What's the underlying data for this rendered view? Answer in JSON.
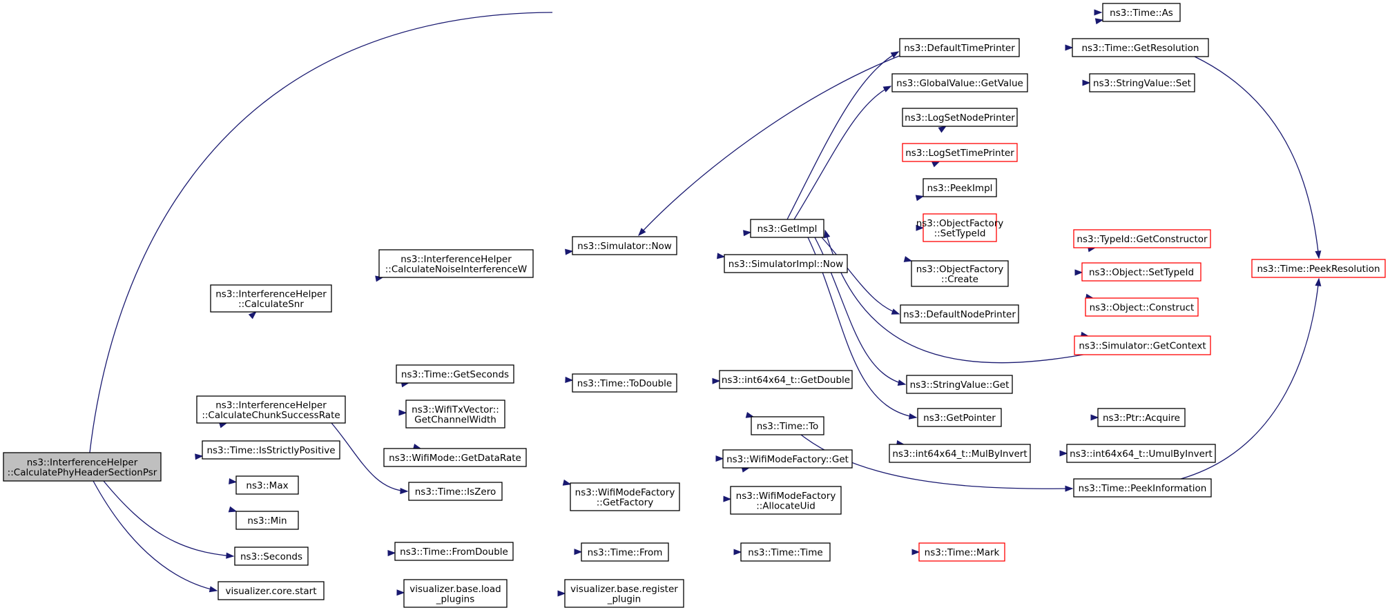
{
  "colors": {
    "edge": "#191970",
    "node_border": "#000000",
    "truncated_border": "#ff0000",
    "root_fill": "#bfbfbf",
    "node_fill": "#ffffff"
  },
  "nodes": [
    {
      "id": "root",
      "lines": [
        "ns3::InterferenceHelper",
        "::CalculatePhyHeaderSectionPsr"
      ],
      "style": "root"
    },
    {
      "id": "calcSnr",
      "lines": [
        "ns3::InterferenceHelper",
        "::CalculateSnr"
      ]
    },
    {
      "id": "calcNoise",
      "lines": [
        "ns3::InterferenceHelper",
        "::CalculateNoiseInterferenceW"
      ]
    },
    {
      "id": "simNow",
      "lines": [
        "ns3::Simulator::Now"
      ]
    },
    {
      "id": "getImpl",
      "lines": [
        "ns3::GetImpl"
      ]
    },
    {
      "id": "simImplNow",
      "lines": [
        "ns3::SimulatorImpl::Now"
      ]
    },
    {
      "id": "timeAs",
      "lines": [
        "ns3::Time::As"
      ]
    },
    {
      "id": "defTimePrinter",
      "lines": [
        "ns3::DefaultTimePrinter"
      ]
    },
    {
      "id": "getRes",
      "lines": [
        "ns3::Time::GetResolution"
      ]
    },
    {
      "id": "peekRes",
      "lines": [
        "ns3::Time::PeekResolution"
      ],
      "style": "truncated"
    },
    {
      "id": "gvGetValue",
      "lines": [
        "ns3::GlobalValue::GetValue"
      ]
    },
    {
      "id": "svSet",
      "lines": [
        "ns3::StringValue::Set"
      ]
    },
    {
      "id": "logNode",
      "lines": [
        "ns3::LogSetNodePrinter"
      ]
    },
    {
      "id": "logTime",
      "lines": [
        "ns3::LogSetTimePrinter"
      ],
      "style": "truncated"
    },
    {
      "id": "peekImpl",
      "lines": [
        "ns3::PeekImpl"
      ]
    },
    {
      "id": "ofSetTypeId",
      "lines": [
        "ns3::ObjectFactory",
        "::SetTypeId"
      ],
      "style": "truncated"
    },
    {
      "id": "ofCreate",
      "lines": [
        "ns3::ObjectFactory",
        "::Create"
      ]
    },
    {
      "id": "tidGetCons",
      "lines": [
        "ns3::TypeId::GetConstructor"
      ],
      "style": "truncated"
    },
    {
      "id": "objSetTypeId",
      "lines": [
        "ns3::Object::SetTypeId"
      ],
      "style": "truncated"
    },
    {
      "id": "objConstruct",
      "lines": [
        "ns3::Object::Construct"
      ],
      "style": "truncated"
    },
    {
      "id": "defNodePrinter",
      "lines": [
        "ns3::DefaultNodePrinter"
      ]
    },
    {
      "id": "simGetCtx",
      "lines": [
        "ns3::Simulator::GetContext"
      ],
      "style": "truncated"
    },
    {
      "id": "svGet",
      "lines": [
        "ns3::StringValue::Get"
      ]
    },
    {
      "id": "getPointer",
      "lines": [
        "ns3::GetPointer"
      ]
    },
    {
      "id": "ptrAcquire",
      "lines": [
        "ns3::Ptr::Acquire"
      ]
    },
    {
      "id": "calcChunk",
      "lines": [
        "ns3::InterferenceHelper",
        "::CalculateChunkSuccessRate"
      ]
    },
    {
      "id": "getSeconds",
      "lines": [
        "ns3::Time::GetSeconds"
      ]
    },
    {
      "id": "toDouble",
      "lines": [
        "ns3::Time::ToDouble"
      ]
    },
    {
      "id": "i64GetDouble",
      "lines": [
        "ns3::int64x64_t::GetDouble"
      ]
    },
    {
      "id": "timeTo",
      "lines": [
        "ns3::Time::To"
      ]
    },
    {
      "id": "mulByInvert",
      "lines": [
        "ns3::int64x64_t::MulByInvert"
      ]
    },
    {
      "id": "umulByInvert",
      "lines": [
        "ns3::int64x64_t::UmulByInvert"
      ]
    },
    {
      "id": "peekInfo",
      "lines": [
        "ns3::Time::PeekInformation"
      ]
    },
    {
      "id": "chanWidth",
      "lines": [
        "ns3::WifiTxVector::",
        "GetChannelWidth"
      ]
    },
    {
      "id": "getDataRate",
      "lines": [
        "ns3::WifiMode::GetDataRate"
      ]
    },
    {
      "id": "wmfGet",
      "lines": [
        "ns3::WifiModeFactory::Get"
      ]
    },
    {
      "id": "wmfGetFactory",
      "lines": [
        "ns3::WifiModeFactory",
        "::GetFactory"
      ]
    },
    {
      "id": "wmfAlloc",
      "lines": [
        "ns3::WifiModeFactory",
        "::AllocateUid"
      ]
    },
    {
      "id": "isZero",
      "lines": [
        "ns3::Time::IsZero"
      ]
    },
    {
      "id": "isStrictPos",
      "lines": [
        "ns3::Time::IsStrictlyPositive"
      ]
    },
    {
      "id": "max",
      "lines": [
        "ns3::Max"
      ]
    },
    {
      "id": "min",
      "lines": [
        "ns3::Min"
      ]
    },
    {
      "id": "seconds",
      "lines": [
        "ns3::Seconds"
      ]
    },
    {
      "id": "fromDouble",
      "lines": [
        "ns3::Time::FromDouble"
      ]
    },
    {
      "id": "timeFrom",
      "lines": [
        "ns3::Time::From"
      ]
    },
    {
      "id": "timeTime",
      "lines": [
        "ns3::Time::Time"
      ]
    },
    {
      "id": "timeMark",
      "lines": [
        "ns3::Time::Mark"
      ],
      "style": "truncated"
    },
    {
      "id": "vizStart",
      "lines": [
        "visualizer.core.start"
      ]
    },
    {
      "id": "vizLoad",
      "lines": [
        "visualizer.base.load",
        "_plugins"
      ]
    },
    {
      "id": "vizReg",
      "lines": [
        "visualizer.base.register",
        "_plugin"
      ]
    }
  ],
  "edges": [
    [
      "root",
      "timeAs"
    ],
    [
      "root",
      "calcSnr"
    ],
    [
      "root",
      "calcChunk"
    ],
    [
      "root",
      "isStrictPos"
    ],
    [
      "root",
      "max"
    ],
    [
      "root",
      "min"
    ],
    [
      "root",
      "seconds"
    ],
    [
      "root",
      "vizStart"
    ],
    [
      "calcSnr",
      "calcNoise"
    ],
    [
      "calcNoise",
      "simNow"
    ],
    [
      "simNow",
      "getImpl"
    ],
    [
      "simNow",
      "simImplNow"
    ],
    [
      "getImpl",
      "defTimePrinter"
    ],
    [
      "getImpl",
      "gvGetValue"
    ],
    [
      "getImpl",
      "logNode"
    ],
    [
      "getImpl",
      "logTime"
    ],
    [
      "getImpl",
      "peekImpl"
    ],
    [
      "getImpl",
      "ofSetTypeId"
    ],
    [
      "getImpl",
      "ofCreate"
    ],
    [
      "getImpl",
      "defNodePrinter"
    ],
    [
      "getImpl",
      "svGet"
    ],
    [
      "getImpl",
      "getPointer"
    ],
    [
      "defTimePrinter",
      "simNow"
    ],
    [
      "defTimePrinter",
      "timeAs"
    ],
    [
      "defTimePrinter",
      "getRes"
    ],
    [
      "getRes",
      "peekRes"
    ],
    [
      "gvGetValue",
      "svSet"
    ],
    [
      "ofCreate",
      "tidGetCons"
    ],
    [
      "ofCreate",
      "objSetTypeId"
    ],
    [
      "ofCreate",
      "objConstruct"
    ],
    [
      "defNodePrinter",
      "simGetCtx"
    ],
    [
      "simGetCtx",
      "getImpl"
    ],
    [
      "getPointer",
      "ptrAcquire"
    ],
    [
      "calcChunk",
      "getSeconds"
    ],
    [
      "calcChunk",
      "chanWidth"
    ],
    [
      "calcChunk",
      "getDataRate"
    ],
    [
      "calcChunk",
      "isZero"
    ],
    [
      "getSeconds",
      "toDouble"
    ],
    [
      "toDouble",
      "i64GetDouble"
    ],
    [
      "toDouble",
      "timeTo"
    ],
    [
      "timeTo",
      "mulByInvert"
    ],
    [
      "timeTo",
      "peekInfo"
    ],
    [
      "mulByInvert",
      "umulByInvert"
    ],
    [
      "peekInfo",
      "peekRes"
    ],
    [
      "getDataRate",
      "wmfGet"
    ],
    [
      "getDataRate",
      "wmfGetFactory"
    ],
    [
      "wmfGetFactory",
      "wmfGet"
    ],
    [
      "wmfGetFactory",
      "wmfAlloc"
    ],
    [
      "seconds",
      "fromDouble"
    ],
    [
      "fromDouble",
      "timeFrom"
    ],
    [
      "timeFrom",
      "timeTime"
    ],
    [
      "timeTime",
      "timeMark"
    ],
    [
      "vizStart",
      "vizLoad"
    ],
    [
      "vizLoad",
      "vizReg"
    ]
  ]
}
